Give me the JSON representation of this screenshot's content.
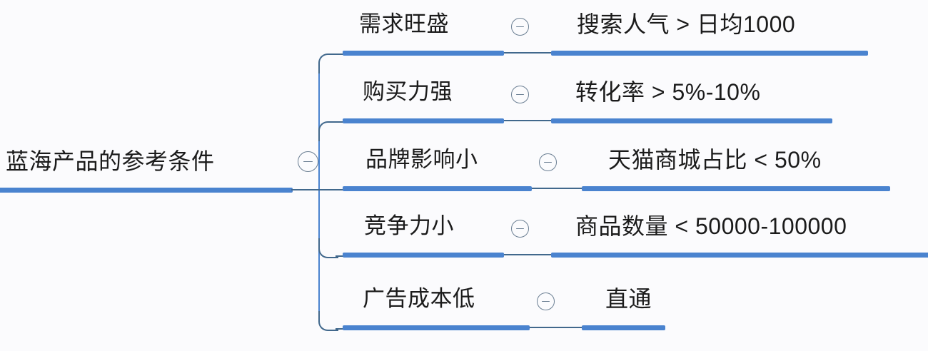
{
  "diagram": {
    "type": "mind-map",
    "title": "蓝海产品的参考条件",
    "background_color": "#fbfbfd",
    "bar_color": "#4a83cf",
    "line_color": "#41688c",
    "text_color": "#1b1b1b",
    "toggle_icon": "circled-minus-icon"
  },
  "root": {
    "label": "蓝海产品的参考条件",
    "toggle_state": "expanded"
  },
  "branches": [
    {
      "label": "需求旺盛",
      "toggle_state": "expanded",
      "children": [
        {
          "label": "搜索人气 > 日均1000"
        }
      ]
    },
    {
      "label": "购买力强",
      "toggle_state": "expanded",
      "children": [
        {
          "label": "转化率 > 5%-10%"
        }
      ]
    },
    {
      "label": "品牌影响小",
      "toggle_state": "expanded",
      "children": [
        {
          "label": "天猫商城占比 < 50%"
        }
      ]
    },
    {
      "label": "竞争力小",
      "toggle_state": "expanded",
      "children": [
        {
          "label": "商品数量 < 50000-100000"
        }
      ]
    },
    {
      "label": "广告成本低",
      "toggle_state": "expanded",
      "children": [
        {
          "label": "直通"
        }
      ]
    }
  ]
}
